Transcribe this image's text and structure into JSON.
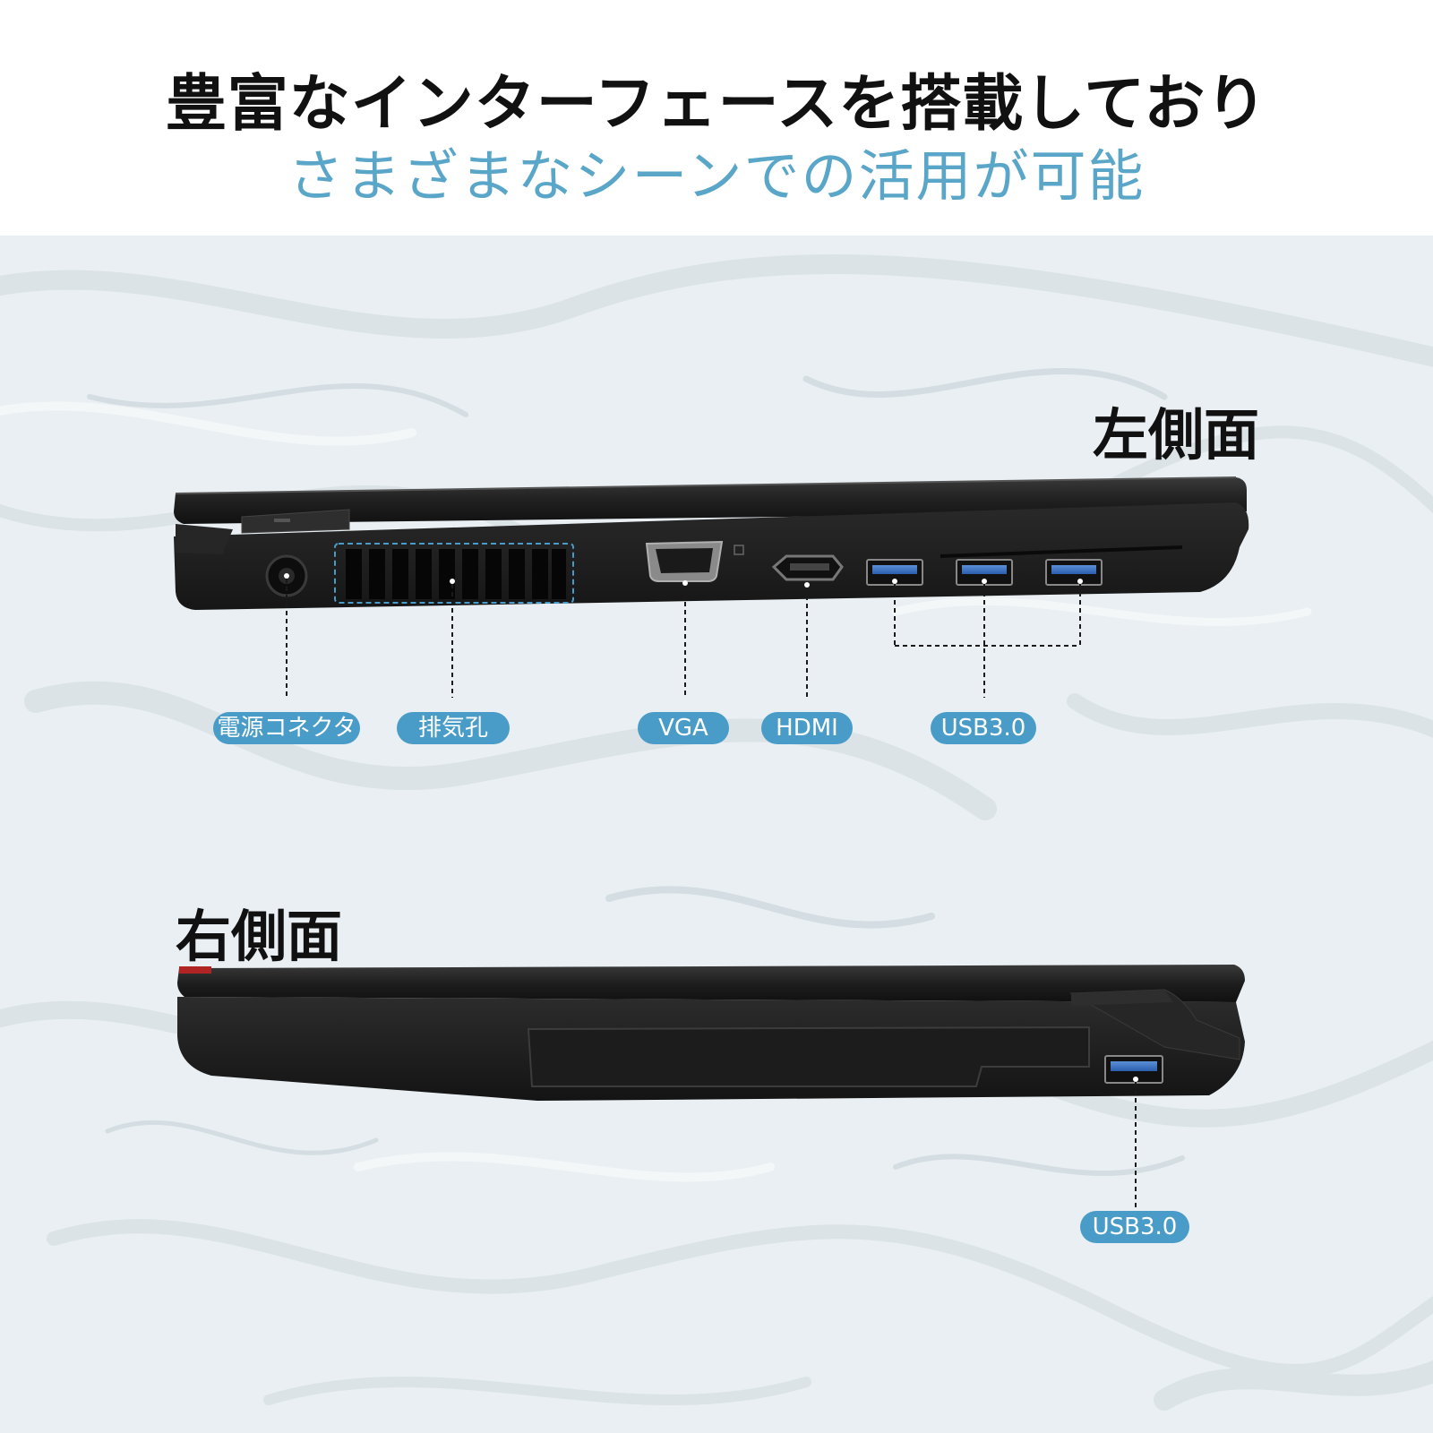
{
  "header": {
    "headline": "豊富なインターフェースを搭載しており",
    "subheadline": "さまざまなシーンでの活用が可能"
  },
  "left_side": {
    "heading": "左側面",
    "ports": [
      {
        "label": "電源コネクタ"
      },
      {
        "label": "排気孔"
      },
      {
        "label": "VGA"
      },
      {
        "label": "HDMI"
      },
      {
        "label": "USB3.0"
      }
    ]
  },
  "right_side": {
    "heading": "右側面",
    "ports": [
      {
        "label": "USB3.0"
      }
    ]
  },
  "colors": {
    "accent": "#4a9cc8",
    "subheadline": "#5aa6c9",
    "background": "#e9eff2",
    "laptop_body": "#1c1c1c"
  },
  "icons": [
    "usb-icon",
    "hdmi-icon",
    "vga-icon",
    "power-connector-icon",
    "vent-icon"
  ]
}
